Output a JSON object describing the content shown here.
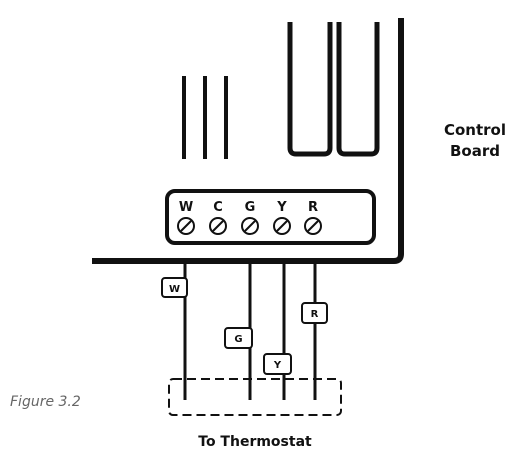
{
  "caption": "Figure 3.2",
  "board_label_line1": "Control",
  "board_label_line2": "Board",
  "bottom_label": "To Thermostat",
  "terminals": [
    "W",
    "C",
    "G",
    "Y",
    "R"
  ],
  "wire_tags": {
    "w": "W",
    "g": "G",
    "y": "Y",
    "r": "R"
  }
}
